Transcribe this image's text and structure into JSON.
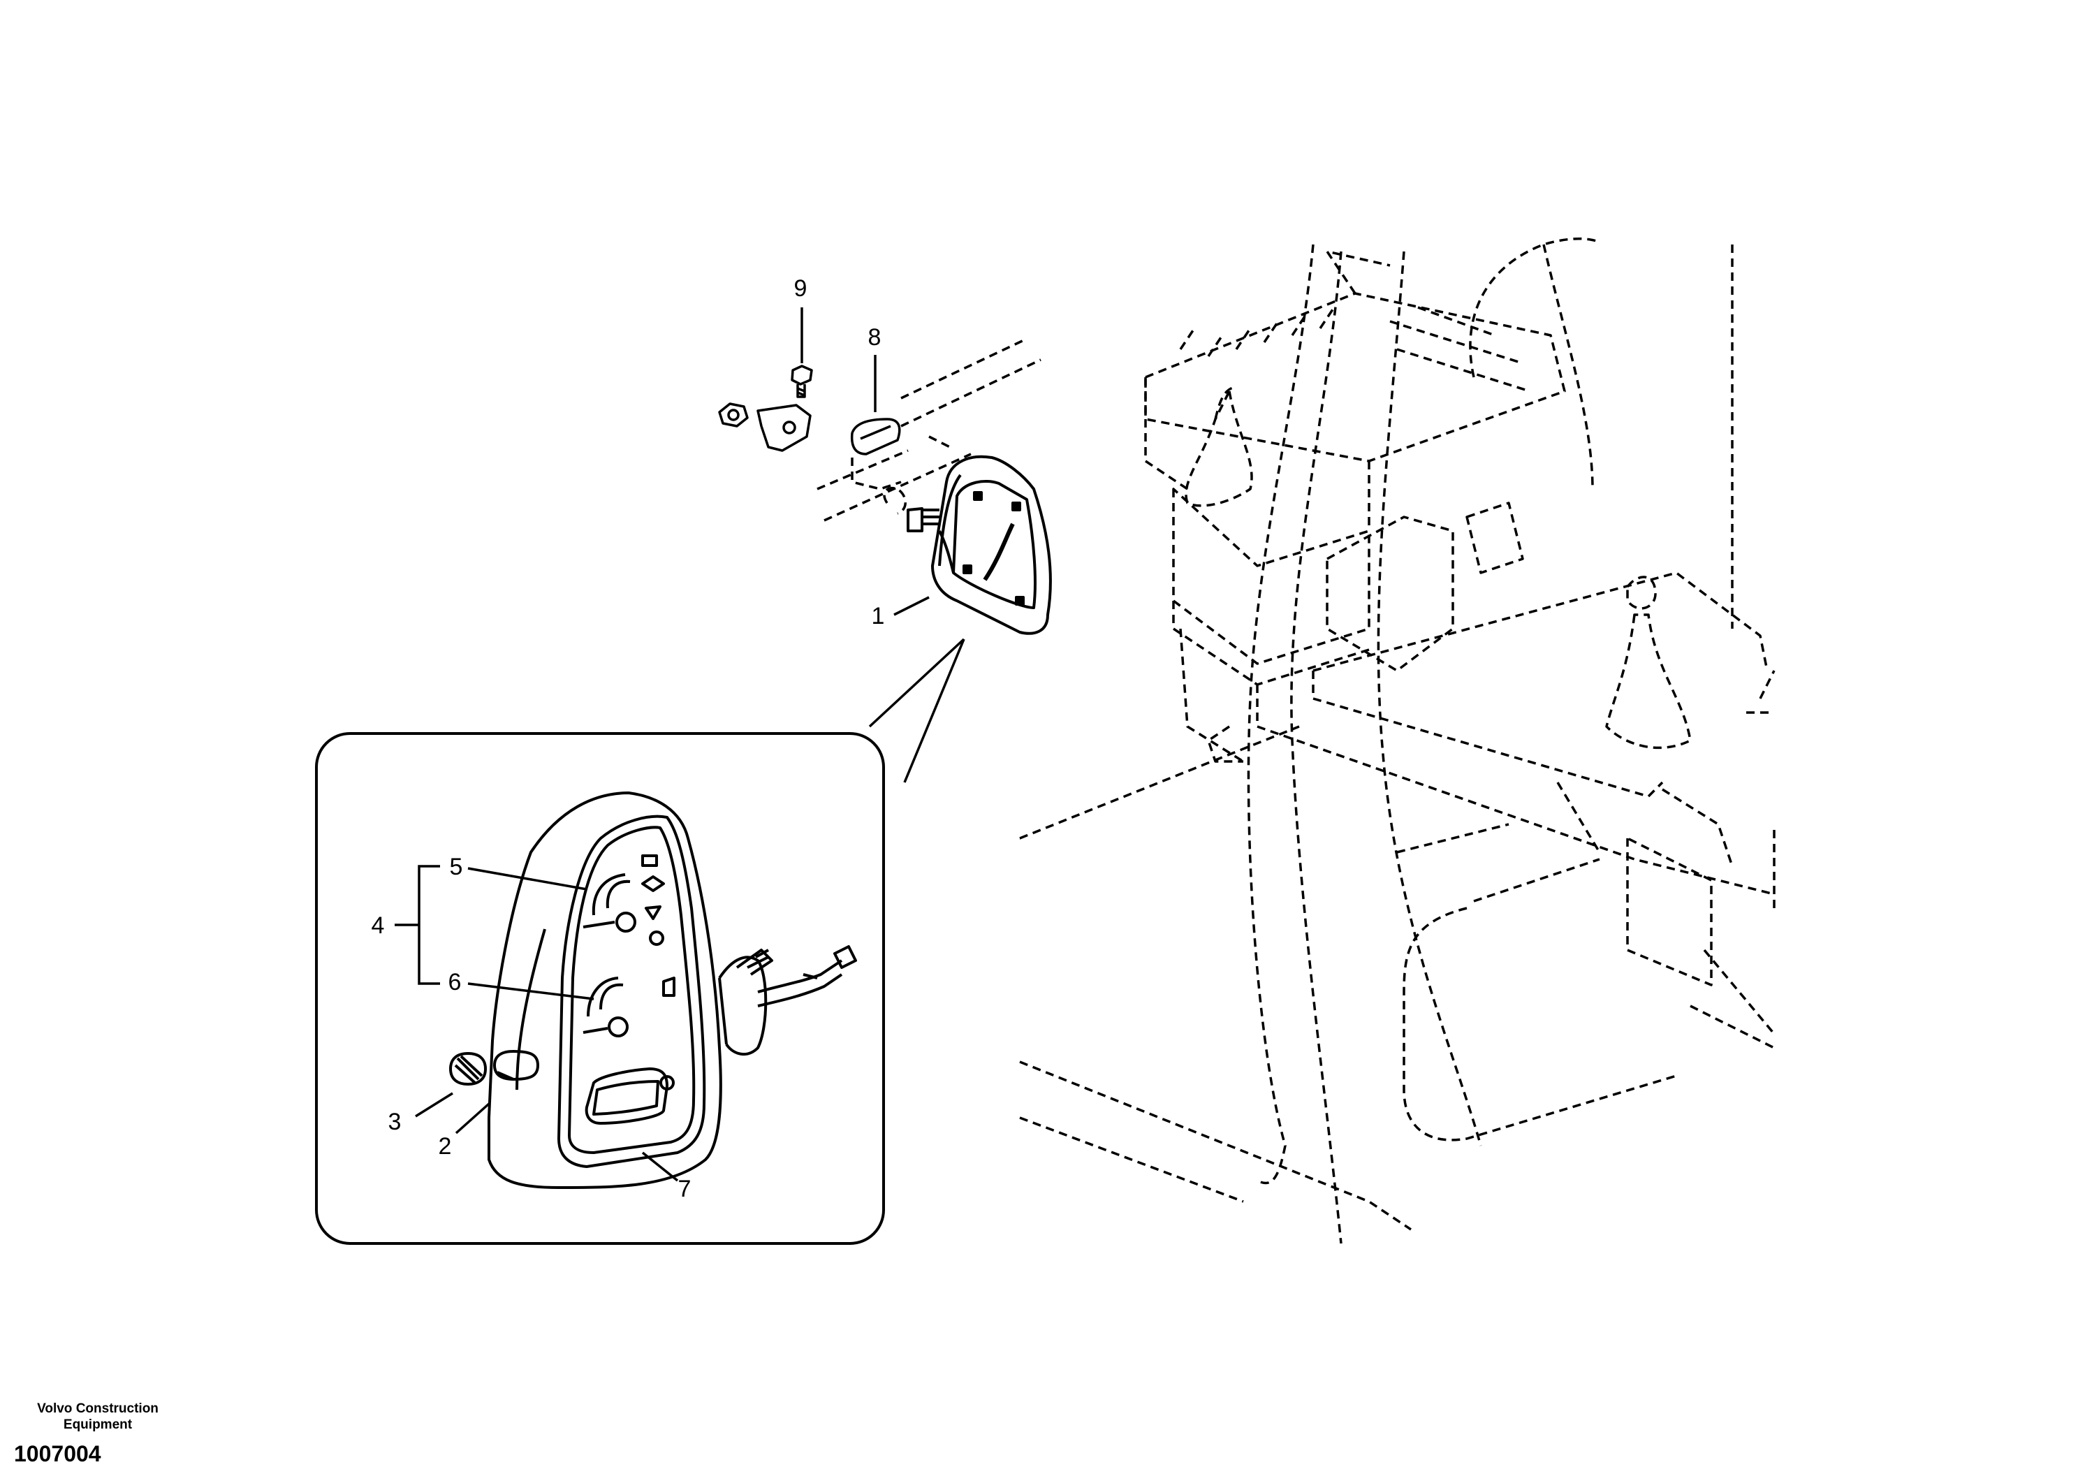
{
  "callouts": {
    "c1": "1",
    "c2": "2",
    "c3": "3",
    "c4": "4",
    "c5": "5",
    "c6": "6",
    "c7": "7",
    "c8": "8",
    "c9": "9"
  },
  "footer": {
    "company_line1": "Volvo Construction",
    "company_line2": "Equipment",
    "document_number": "1007004"
  }
}
